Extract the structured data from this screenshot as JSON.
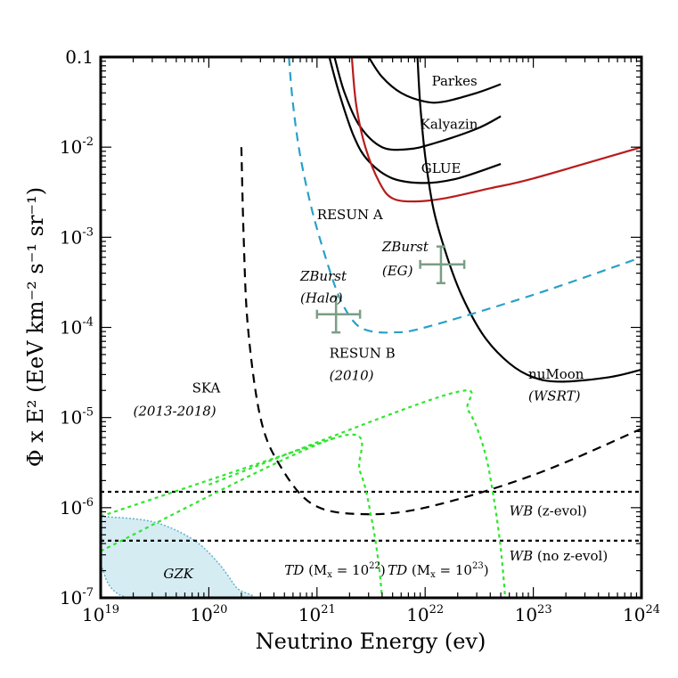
{
  "chart_data": {
    "type": "line",
    "xscale": "log",
    "yscale": "log",
    "xlim": [
      1e+19,
      1e+24
    ],
    "ylim": [
      1e-07,
      0.1
    ],
    "xlabel": "Neutrino Energy (ev)",
    "ylabel": "Φ x E² (EeV km⁻² s⁻¹ sr⁻¹)",
    "x_ticks": [
      {
        "v": 1e+19,
        "b": "10",
        "e": "19"
      },
      {
        "v": 1e+20,
        "b": "10",
        "e": "20"
      },
      {
        "v": 1e+21,
        "b": "10",
        "e": "21"
      },
      {
        "v": 1e+22,
        "b": "10",
        "e": "22"
      },
      {
        "v": 1e+23,
        "b": "10",
        "e": "23"
      },
      {
        "v": 1e+24,
        "b": "10",
        "e": "24"
      }
    ],
    "y_ticks": [
      {
        "v": 0.1,
        "b": "0.1",
        "e": ""
      },
      {
        "v": 0.01,
        "b": "10",
        "e": "-2"
      },
      {
        "v": 0.001,
        "b": "10",
        "e": "-3"
      },
      {
        "v": 0.0001,
        "b": "10",
        "e": "-4"
      },
      {
        "v": 1e-05,
        "b": "10",
        "e": "-5"
      },
      {
        "v": 1e-06,
        "b": "10",
        "e": "-6"
      },
      {
        "v": 1e-07,
        "b": "10",
        "e": "-7"
      }
    ],
    "series": [
      {
        "name": "Parkes",
        "color": "#000000",
        "dash": "solid",
        "points": [
          [
            3e+21,
            0.1
          ],
          [
            4e+21,
            0.06
          ],
          [
            6e+21,
            0.04
          ],
          [
            1e+22,
            0.032
          ],
          [
            1.5e+22,
            0.032
          ],
          [
            3e+22,
            0.04
          ],
          [
            5e+22,
            0.05
          ]
        ]
      },
      {
        "name": "Kalyazin",
        "color": "#000000",
        "dash": "solid",
        "points": [
          [
            1.45e+21,
            0.1
          ],
          [
            1.8e+21,
            0.04
          ],
          [
            2.5e+21,
            0.017
          ],
          [
            4e+21,
            0.01
          ],
          [
            7e+21,
            0.0095
          ],
          [
            1.2e+22,
            0.011
          ],
          [
            3e+22,
            0.016
          ],
          [
            5e+22,
            0.022
          ]
        ]
      },
      {
        "name": "GLUE",
        "color": "#000000",
        "dash": "solid",
        "points": [
          [
            1.3e+21,
            0.1
          ],
          [
            1.6e+21,
            0.04
          ],
          [
            2.2e+21,
            0.013
          ],
          [
            3e+21,
            0.007
          ],
          [
            5e+21,
            0.0045
          ],
          [
            1e+22,
            0.004
          ],
          [
            2e+22,
            0.0045
          ],
          [
            5e+22,
            0.0065
          ]
        ]
      },
      {
        "name": "RESUN A",
        "color": "#b81c1c",
        "dash": "solid",
        "points": [
          [
            2.1e+21,
            0.1
          ],
          [
            2.3e+21,
            0.03
          ],
          [
            2.8e+21,
            0.01
          ],
          [
            3.8e+21,
            0.004
          ],
          [
            5e+21,
            0.0027
          ],
          [
            8e+21,
            0.0025
          ],
          [
            1.5e+22,
            0.0027
          ],
          [
            4e+22,
            0.0035
          ],
          [
            1e+23,
            0.0045
          ],
          [
            1e+24,
            0.01
          ]
        ]
      },
      {
        "name": "nuMoon (WSRT)",
        "color": "#000000",
        "dash": "solid",
        "points": [
          [
            8.5e+21,
            0.1
          ],
          [
            9e+21,
            0.03
          ],
          [
            1e+22,
            0.008
          ],
          [
            1.2e+22,
            0.002
          ],
          [
            1.6e+22,
            0.0006
          ],
          [
            2.2e+22,
            0.00022
          ],
          [
            3.5e+22,
            8e-05
          ],
          [
            6e+22,
            4e-05
          ],
          [
            1e+23,
            2.8e-05
          ],
          [
            1.8e+23,
            2.5e-05
          ],
          [
            5e+23,
            2.8e-05
          ],
          [
            1e+24,
            3.4e-05
          ]
        ]
      },
      {
        "name": "RESUN B (2010)",
        "color": "#2aa0c9",
        "dash": "10,7",
        "points": [
          [
            5.5e+20,
            0.1
          ],
          [
            6e+20,
            0.03
          ],
          [
            7e+20,
            0.008
          ],
          [
            9e+20,
            0.002
          ],
          [
            1.2e+21,
            0.0006
          ],
          [
            1.6e+21,
            0.00022
          ],
          [
            2.2e+21,
            0.000115
          ],
          [
            3e+21,
            9.2e-05
          ],
          [
            5e+21,
            8.8e-05
          ],
          [
            1e+22,
            0.0001
          ],
          [
            1e+23,
            0.00023
          ],
          [
            1e+24,
            0.0006
          ]
        ]
      },
      {
        "name": "SKA (2013-2018)",
        "color": "#000000",
        "dash": "10,7",
        "points": [
          [
            2e+20,
            0.01
          ],
          [
            2.1e+20,
            0.001
          ],
          [
            2.3e+20,
            0.0001
          ],
          [
            3e+20,
            1e-05
          ],
          [
            4.5e+20,
            3e-06
          ],
          [
            9e+20,
            1.1e-06
          ],
          [
            2.5e+21,
            8.5e-07
          ],
          [
            1e+22,
            1e-06
          ],
          [
            1e+23,
            2.3e-06
          ],
          [
            1e+24,
            7.5e-06
          ]
        ]
      },
      {
        "name": "WB (z-evol)",
        "color": "#000000",
        "dash": "4,4",
        "points": [
          [
            1e+19,
            1.5e-06
          ],
          [
            1e+24,
            1.5e-06
          ]
        ]
      },
      {
        "name": "WB (no z-evol)",
        "color": "#000000",
        "dash": "4,4",
        "points": [
          [
            1e+19,
            4.3e-07
          ],
          [
            1e+24,
            4.3e-07
          ]
        ]
      },
      {
        "name": "TD (Mx = 10^22) upper",
        "color": "#2ee62e",
        "dash": "4,4",
        "points": [
          [
            1e+19,
            8e-07
          ],
          [
            1.5e+21,
            6e-06
          ]
        ]
      },
      {
        "name": "TD (Mx = 10^22) lower",
        "color": "#2ee62e",
        "dash": "4,4",
        "points": [
          [
            1e+19,
            3.3e-07
          ],
          [
            1.5e+21,
            6e-06
          ],
          [
            2.5e+21,
            2.5e-06
          ],
          [
            3.2e+21,
            7.5e-07
          ],
          [
            3.7e+21,
            2.5e-07
          ],
          [
            4e+21,
            1e-07
          ]
        ]
      },
      {
        "name": "TD (Mx = 10^23)",
        "color": "#2ee62e",
        "dash": "4,4",
        "points": [
          [
            1e+20,
            1.8e-06
          ],
          [
            1.6e+22,
            1.8e-05
          ],
          [
            2.5e+22,
            1.2e-05
          ],
          [
            3.5e+22,
            4.5e-06
          ],
          [
            4.3e+22,
            1.3e-06
          ],
          [
            5e+22,
            3.5e-07
          ],
          [
            5.5e+22,
            1e-07
          ]
        ]
      }
    ],
    "points": [
      {
        "name": "ZBurst (Halo)",
        "color": "#7a9e85",
        "x": 1.5e+21,
        "y": 0.00014,
        "xerr": [
          1e+21,
          2.5e+21
        ],
        "yerr": [
          8.8e-05,
          0.00022
        ]
      },
      {
        "name": "ZBurst (EG)",
        "color": "#7a9e85",
        "x": 1.4e+22,
        "y": 0.0005,
        "xerr": [
          9e+21,
          2.3e+22
        ],
        "yerr": [
          0.00031,
          0.00079
        ]
      }
    ],
    "regions": [
      {
        "name": "GZK",
        "fill": "#d6ecf3",
        "stroke": "#5fb3cf",
        "points": [
          [
            1e+19,
            8e-07
          ],
          [
            3e+19,
            7e-07
          ],
          [
            7e+19,
            4.5e-07
          ],
          [
            1.2e+20,
            2.5e-07
          ],
          [
            1.8e+20,
            1.3e-07
          ],
          [
            2.2e+20,
            1e-07
          ],
          [
            1.8e+19,
            1e-07
          ],
          [
            1e+19,
            2.3e-07
          ]
        ]
      }
    ],
    "annotations": [
      {
        "text": "Parkes",
        "x": 1.15e+22,
        "y": 0.048,
        "style": "normal"
      },
      {
        "text": "Kalyazin",
        "x": 9e+21,
        "y": 0.016,
        "style": "normal"
      },
      {
        "text": "GLUE",
        "x": 9.2e+21,
        "y": 0.0052,
        "style": "normal"
      },
      {
        "text": "RESUN A",
        "x": 1e+21,
        "y": 0.00158,
        "style": "normal"
      },
      {
        "text": "ZBurst",
        "x": 4e+21,
        "y": 0.0007,
        "style": "italic"
      },
      {
        "text": "(EG)",
        "x": 4e+21,
        "y": 0.00038,
        "style": "italic"
      },
      {
        "text": "ZBurst",
        "x": 7e+20,
        "y": 0.00033,
        "style": "italic"
      },
      {
        "text": "(Halo)",
        "x": 7e+20,
        "y": 0.00019,
        "style": "italic"
      },
      {
        "text": "RESUN B",
        "x": 1.3e+21,
        "y": 4.6e-05,
        "style": "normal"
      },
      {
        "text": "(2010)",
        "x": 1.3e+21,
        "y": 2.6e-05,
        "style": "italic"
      },
      {
        "text": "nuMoon",
        "x": 9e+22,
        "y": 2.7e-05,
        "style": "normal"
      },
      {
        "text": "(WSRT)",
        "x": 9e+22,
        "y": 1.55e-05,
        "style": "italic"
      },
      {
        "text": "SKA",
        "x": 7e+19,
        "y": 1.9e-05,
        "style": "normal"
      },
      {
        "text": "(2013-2018)",
        "x": 2e+19,
        "y": 1.05e-05,
        "style": "italic"
      },
      {
        "text": "GZK",
        "x": 3.8e+19,
        "y": 1.65e-07,
        "style": "italic"
      },
      {
        "text": "WB (z-evol)",
        "x": 6e+22,
        "y": 8.2e-07,
        "style": "mixed"
      },
      {
        "text": "WB (no z-evol)",
        "x": 6e+22,
        "y": 2.6e-07,
        "style": "mixed"
      },
      {
        "text": "TD (Mx = 10^22)",
        "x": 5e+20,
        "y": 1.8e-07,
        "style": "td"
      },
      {
        "text": "TD (Mx = 10^23)",
        "x": 4.5e+21,
        "y": 1.8e-07,
        "style": "td"
      }
    ]
  }
}
